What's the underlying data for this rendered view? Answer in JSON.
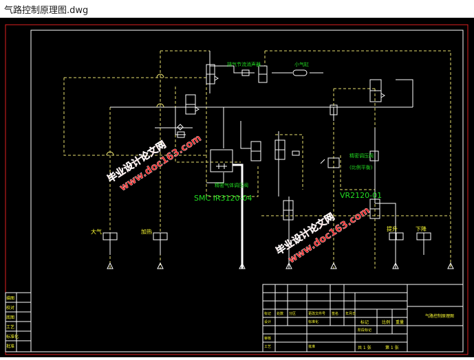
{
  "window": {
    "title": "气路控制原理图.dwg"
  },
  "colors": {
    "background": "#000000",
    "frame_red": "#e02020",
    "line_white": "#ffffff",
    "line_yellow": "#e8e070",
    "text_green": "#22dd22",
    "text_yellow": "#ffff33",
    "watermark_red": "#ee2222"
  },
  "diagram": {
    "labels": {
      "exhaust_silencer": "排气节流消声器",
      "small_cylinder": "小气缸",
      "smc_model": "SMC IR3120-04",
      "precision_regulator": "精密气体调压阀",
      "regulator_right": "精密调压阀",
      "regulator_right_sub": "(比例平衡)",
      "vr_model": "VR2120-01",
      "port_big": "大气",
      "port_in": "加热",
      "port_lift": "提升",
      "port_drop": "下降"
    },
    "watermarks": [
      {
        "line1": "毕业设计论文网",
        "line2": "www.doc163.com"
      },
      {
        "line1": "毕业设计论文网",
        "line2": "www.doc163.com"
      }
    ]
  },
  "title_block": {
    "drawing_name": "气路控制原理图",
    "scale_label": "比例",
    "weight_label": "重量",
    "mark_label": "标记",
    "total_sheets": "共 1 张",
    "sheet_no": "第 1 张",
    "cells": [
      "标记",
      "处数",
      "分区",
      "更改文件号",
      "签名",
      "年月日",
      "设计",
      "标准化",
      "审核",
      "工艺",
      "批准",
      "阶段标记"
    ],
    "left_stack": [
      "描图",
      "校对",
      "底图",
      "工艺",
      "标准化",
      "批准"
    ]
  }
}
